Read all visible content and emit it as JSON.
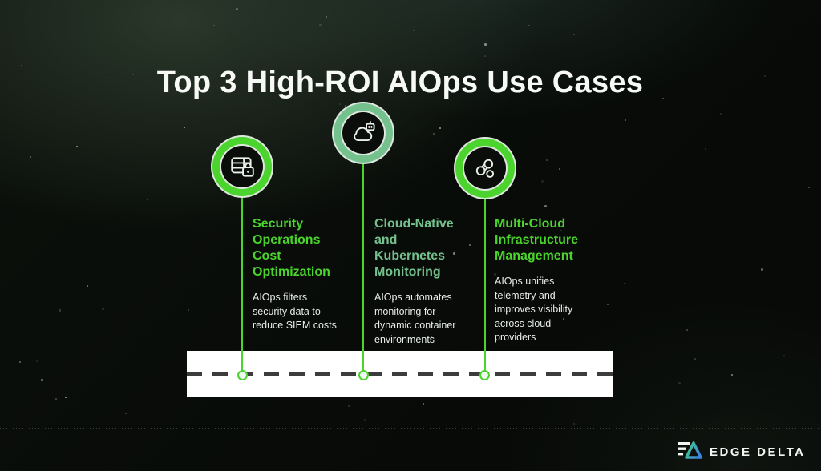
{
  "title": "Top 3 High-ROI AIOps Use Cases",
  "colors": {
    "bright_green": "#4bd42d",
    "sage_green": "#74c18e",
    "dash_gray": "#3c3c3c",
    "logo_green": "#45d17a",
    "logo_blue": "#3c86dd"
  },
  "use_cases": [
    {
      "icon": "database-lock-icon",
      "accent": "bright",
      "heading": "Security Operations Cost Optimization",
      "description": "AIOps filters security data to reduce SIEM costs"
    },
    {
      "icon": "cloud-robot-icon",
      "accent": "sage",
      "heading": "Cloud-Native and Kubernetes Monitoring",
      "description": "AIOps automates monitoring for dynamic container environments"
    },
    {
      "icon": "network-nodes-icon",
      "accent": "bright",
      "heading": "Multi-Cloud Infrastructure Management",
      "description": "AIOps unifies telemetry and improves visibility across cloud providers"
    }
  ],
  "footer": {
    "brand": "EDGE DELTA"
  }
}
